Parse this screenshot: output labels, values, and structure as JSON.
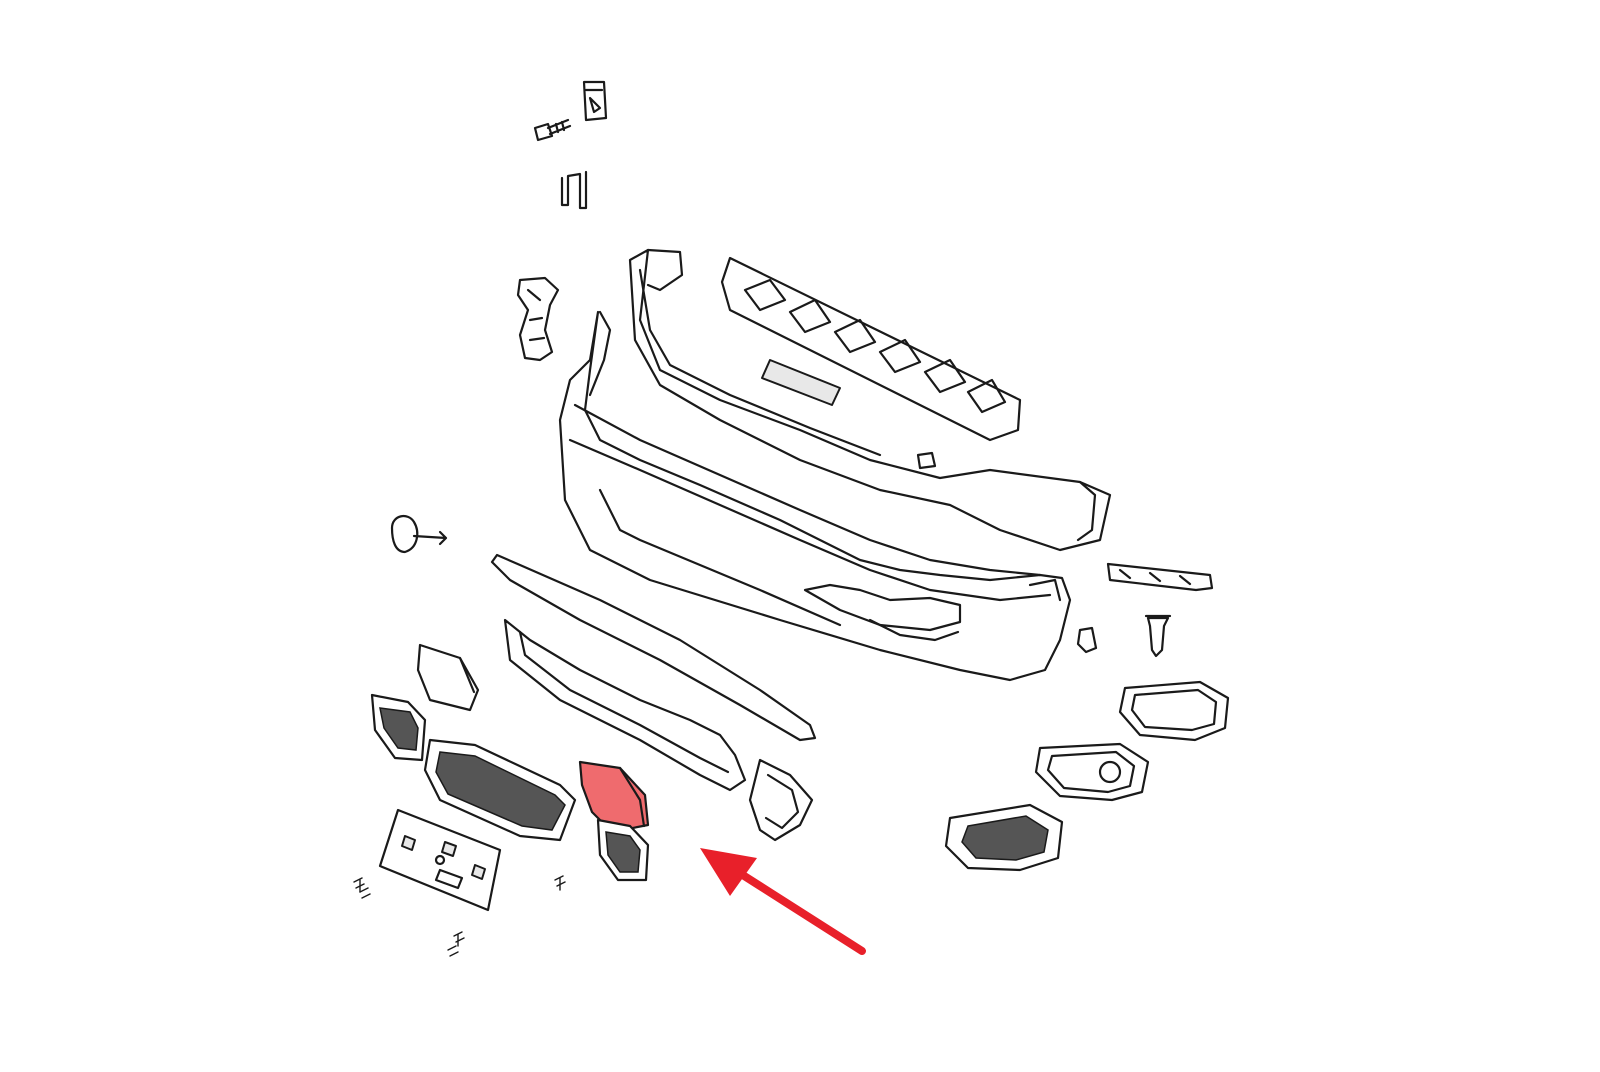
{
  "diagram": {
    "highlight_color": "#e8585a",
    "highlight_fill": "#ef6b6e",
    "arrow_color": "#e8202a",
    "parts": [
      "clip-nut",
      "bolt",
      "u-clip",
      "left-bracket",
      "bumper-fascia",
      "upper-fascia-reinforcement",
      "energy-absorber",
      "center-bracket",
      "tow-hook-cover-left",
      "lower-trim-strip",
      "lower-grille-surround",
      "side-grille-left",
      "lower-grille",
      "tow-hook-cover-right-highlighted",
      "side-grille-right",
      "license-plate-bracket",
      "fog-lamp-bezel-inner",
      "fog-lamp-bezel-outer",
      "fog-lamp-bezel-right",
      "side-grille-right-outer",
      "right-bracket",
      "push-pin-clip",
      "retainer-clip",
      "screws"
    ]
  }
}
